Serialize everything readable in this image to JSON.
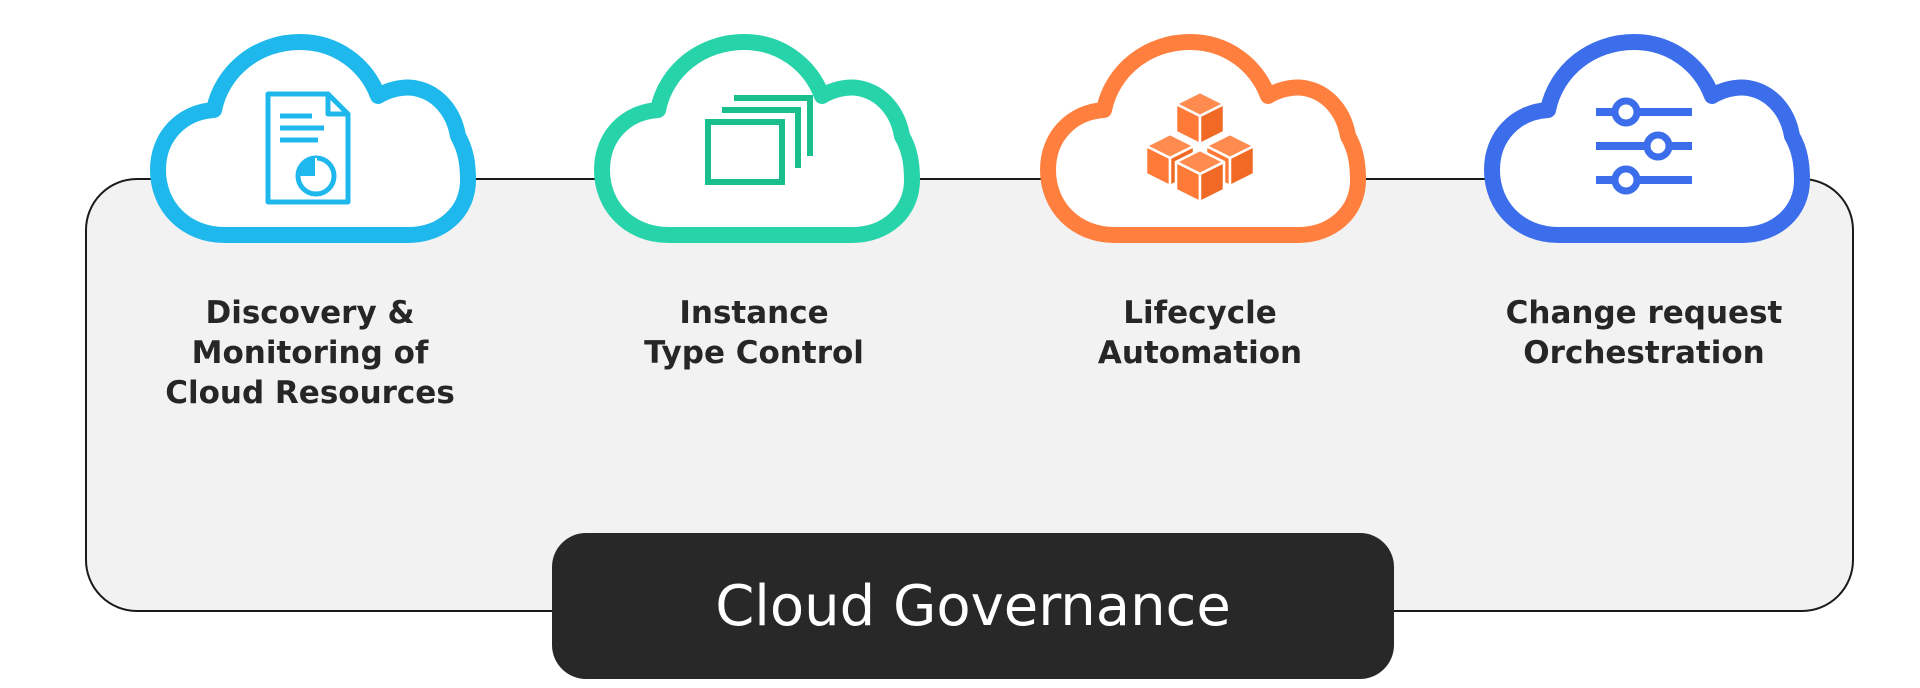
{
  "title": "Cloud Governance",
  "colors": {
    "panel_bg": "#f2f2f2",
    "title_bg": "#282828",
    "text": "#262626"
  },
  "items": [
    {
      "lines": [
        "Discovery &",
        "Monitoring of",
        "Cloud Resources"
      ],
      "color": "#1eb8ec",
      "icon": "document-report-icon"
    },
    {
      "lines": [
        "Instance",
        "Type Control"
      ],
      "color": "#27d3a8",
      "icon": "stacked-windows-icon"
    },
    {
      "lines": [
        "Lifecycle",
        "Automation"
      ],
      "color": "#ff7f3f",
      "icon": "cubes-icon"
    },
    {
      "lines": [
        "Change request",
        "Orchestration"
      ],
      "color": "#3c6eec",
      "icon": "sliders-icon"
    }
  ]
}
